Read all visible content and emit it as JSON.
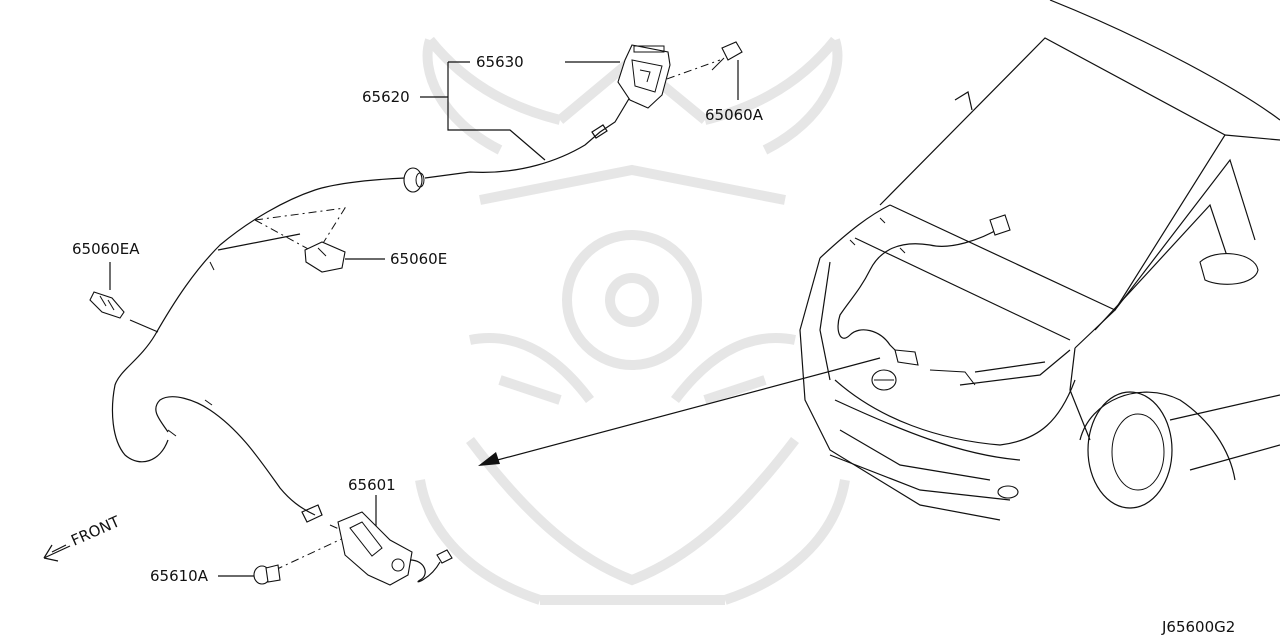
{
  "diagram_code": "J65600G2",
  "front_label": "FRONT",
  "parts": {
    "p65630": "65630",
    "p65620": "65620",
    "p65060A": "65060A",
    "p65060EA": "65060EA",
    "p65060E": "65060E",
    "p65601": "65601",
    "p65610A": "65610A"
  },
  "colors": {
    "line": "#111111",
    "watermark": "#e6e6e6",
    "background": "#ffffff"
  }
}
